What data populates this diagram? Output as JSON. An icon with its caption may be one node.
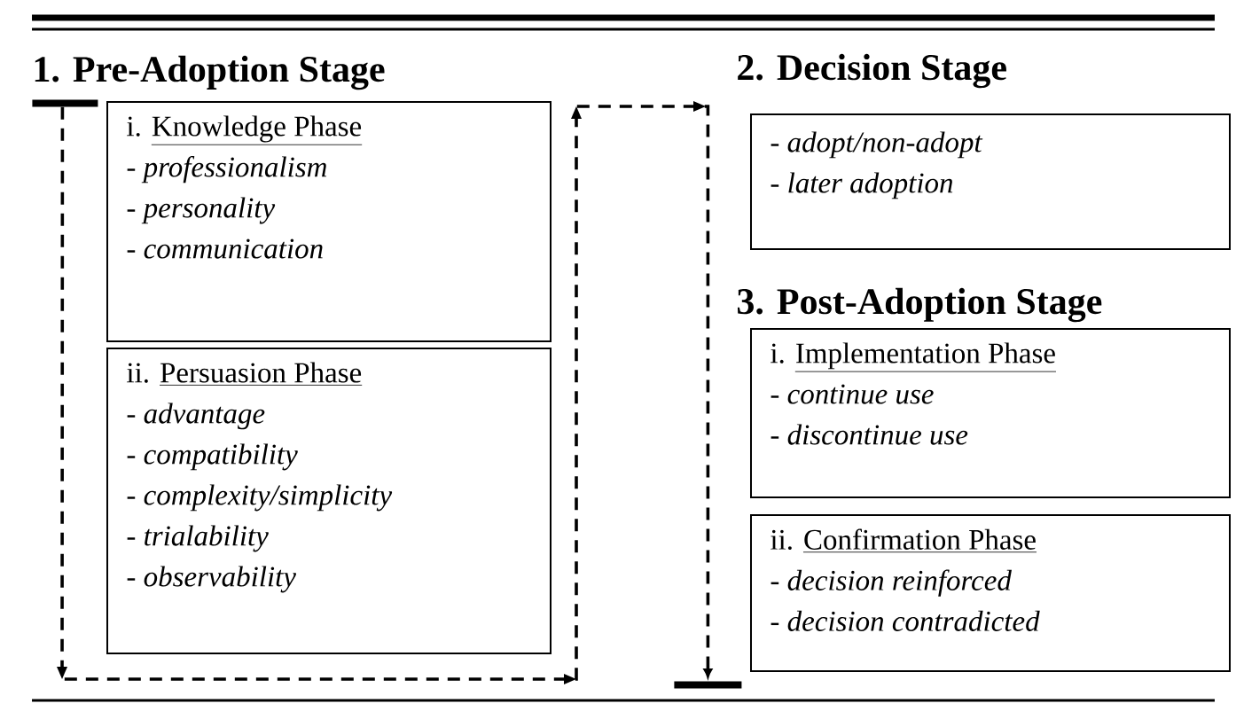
{
  "diagram": {
    "nodes": [
      {
        "text": [],
        "shape": "bar"
      },
      {
        "text": [
          "i.",
          "Knowledge Phase",
          "- *professionalism*",
          "- *personality*",
          "- *communication*"
        ]
      },
      {
        "text": [
          "ii.",
          "Persuasion Phase",
          "- *advantage*",
          "- *compatibility*",
          "- *complexity/simplicity*",
          "- *trialability*",
          "- *observability*"
        ]
      },
      {
        "text": [
          "- *adopt/non-adopt*",
          "- *later adoption*"
        ]
      },
      {
        "text": [
          "i.",
          "Implementation Phase",
          "- *continue use*",
          "- *discontinue use*"
        ]
      },
      {
        "text": [
          "ii.",
          "Confirmation Phase",
          "- *decision reinforced*",
          "- *decision contradicted*"
        ]
      },
      {
        "text": [],
        "shape": "bar"
      }
    ],
    "edges": [
      {
        "from": 0,
        "to": 6,
        "arrow": "to",
        "style": "dashed"
      }
    ],
    "labels": [
      "1. Pre-Adoption Stage",
      "2. Decision Stage",
      "3. Post-Adoption Stage"
    ]
  }
}
